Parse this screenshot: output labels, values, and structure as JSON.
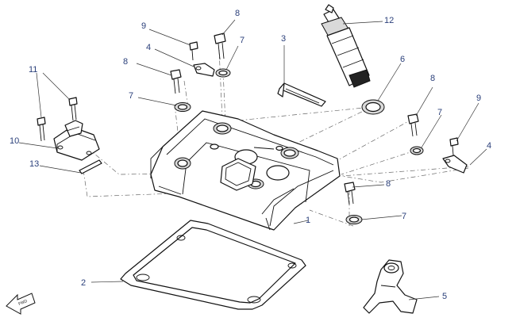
{
  "diagram": {
    "callouts": [
      {
        "id": "c1",
        "text": "1"
      },
      {
        "id": "c2",
        "text": "2"
      },
      {
        "id": "c3",
        "text": "3"
      },
      {
        "id": "c4a",
        "text": "4"
      },
      {
        "id": "c4b",
        "text": "4"
      },
      {
        "id": "c5",
        "text": "5"
      },
      {
        "id": "c6",
        "text": "6"
      },
      {
        "id": "c7a",
        "text": "7"
      },
      {
        "id": "c7b",
        "text": "7"
      },
      {
        "id": "c7c",
        "text": "7"
      },
      {
        "id": "c7d",
        "text": "7"
      },
      {
        "id": "c8a",
        "text": "8"
      },
      {
        "id": "c8b",
        "text": "8"
      },
      {
        "id": "c8c",
        "text": "8"
      },
      {
        "id": "c8d",
        "text": "8"
      },
      {
        "id": "c9a",
        "text": "9"
      },
      {
        "id": "c9b",
        "text": "9"
      },
      {
        "id": "c10",
        "text": "10"
      },
      {
        "id": "c11",
        "text": "11"
      },
      {
        "id": "c12",
        "text": "12"
      },
      {
        "id": "c13",
        "text": "13"
      }
    ],
    "direction_marker": {
      "text": "FWD",
      "icon": "fwd-arrow-icon"
    },
    "colors": {
      "callout": "#2a3f7a",
      "line": "#111111"
    }
  }
}
